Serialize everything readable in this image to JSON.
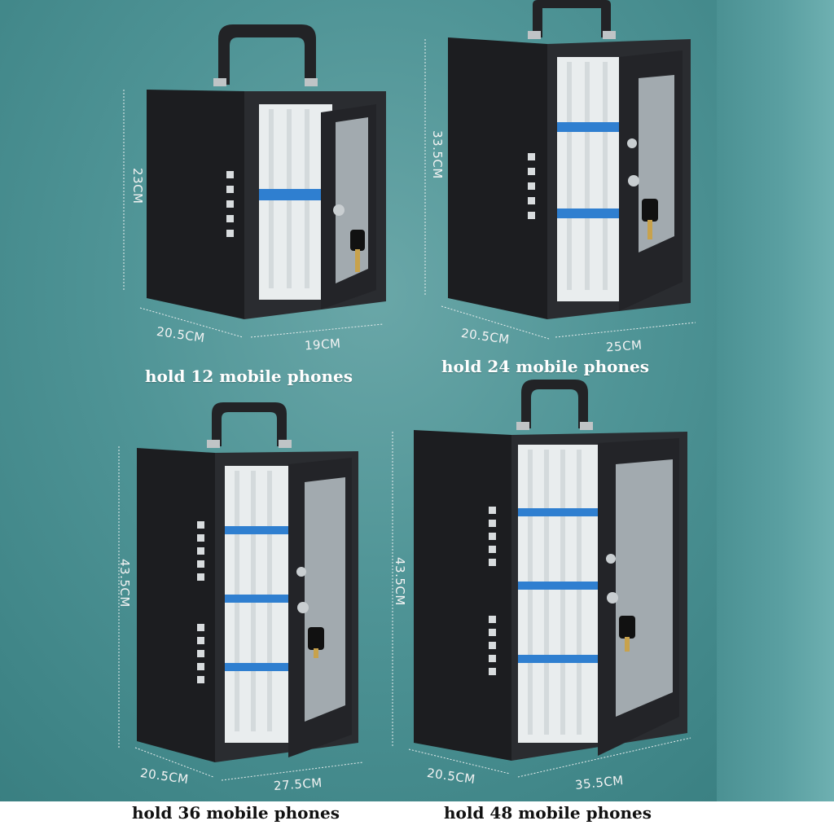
{
  "colors": {
    "background_teal": "#4f9496",
    "cabinet_black": "#1c1d20",
    "door_glass": "#b9c2c7",
    "slot_white": "#eef1f2",
    "label_blue": "#2f7fd0",
    "caption_white": "#ffffff",
    "caption_black": "#111111"
  },
  "icons": [
    "handle-icon",
    "lock-icon",
    "key-icon"
  ],
  "products": [
    {
      "capacity": "hold 12 mobile phones",
      "height": "23CM",
      "depth": "20.5CM",
      "width": "19CM"
    },
    {
      "capacity": "hold 24 mobile phones",
      "height": "33.5CM",
      "depth": "20.5CM",
      "width": "25CM"
    },
    {
      "capacity": "hold 36 mobile phones",
      "height": "43.5CM",
      "depth": "20.5CM",
      "width": "27.5CM"
    },
    {
      "capacity": "hold 48 mobile phones",
      "height": "43.5CM",
      "depth": "20.5CM",
      "width": "35.5CM"
    }
  ]
}
